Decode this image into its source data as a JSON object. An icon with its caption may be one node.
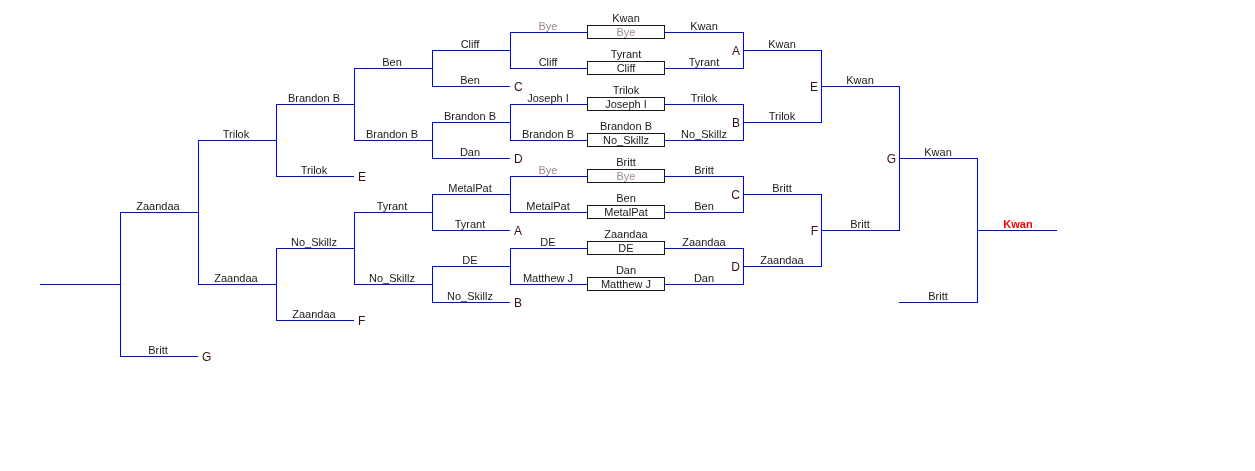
{
  "diagram": {
    "nodes": [
      {
        "text": [
          "Kwan",
          "Bye"
        ]
      },
      {
        "text": [
          "Tyrant",
          "Cliff"
        ]
      },
      {
        "text": [
          "Trilok",
          "Joseph I"
        ]
      },
      {
        "text": [
          "Brandon B",
          "No_Skillz"
        ]
      },
      {
        "text": [
          "Britt",
          "Bye"
        ]
      },
      {
        "text": [
          "Ben",
          "MetalPat"
        ]
      },
      {
        "text": [
          "Zaandaa",
          "DE"
        ]
      },
      {
        "text": [
          "Dan",
          "Matthew J"
        ]
      }
    ],
    "labels": [
      "Zaandaa",
      "Britt",
      "G",
      "Trilok",
      "Zaandaa",
      "Brandon B",
      "Trilok",
      "E",
      "No_Skillz",
      "Zaandaa",
      "F",
      "Ben",
      "Brandon B",
      "Tyrant",
      "No_Skillz",
      "Cliff",
      "Ben",
      "C",
      "Brandon B",
      "Dan",
      "D",
      "MetalPat",
      "Tyrant",
      "A",
      "DE",
      "No_Skillz",
      "B",
      "Bye",
      "Cliff",
      "Joseph I",
      "Brandon B",
      "Bye",
      "MetalPat",
      "DE",
      "Matthew J",
      "Kwan",
      "Tyrant",
      "Trilok",
      "No_Skillz",
      "Britt",
      "Ben",
      "Zaandaa",
      "Dan",
      "A",
      "B",
      "C",
      "D",
      "Kwan",
      "Trilok",
      "Britt",
      "Zaandaa",
      "E",
      "F",
      "Kwan",
      "Britt",
      "G",
      "Kwan",
      "Britt",
      "Kwan"
    ]
  }
}
